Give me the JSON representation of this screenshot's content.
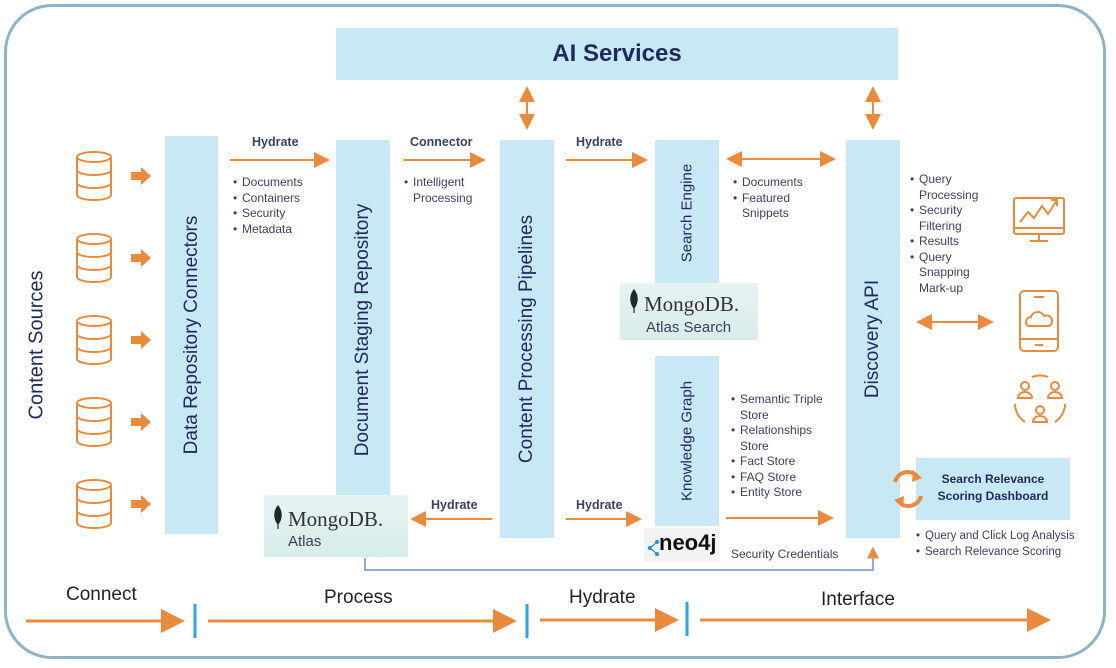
{
  "ai_services": {
    "title": "AI Services"
  },
  "content_sources": {
    "label": "Content Sources",
    "count": 5,
    "icon": "database-icon"
  },
  "columns": {
    "data_repository_connectors": "Data Repository Connectors",
    "document_staging_repository": "Document Staging Repository",
    "content_processing_pipelines": "Content Processing Pipelines",
    "search_engine": "Search Engine",
    "knowledge_graph": "Knowledge Graph",
    "discovery_api": "Discovery API"
  },
  "flows": {
    "hydrate_1": {
      "label": "Hydrate",
      "bullets": [
        "Documents",
        "Containers",
        "Security",
        "Metadata"
      ]
    },
    "connector": {
      "label": "Connector",
      "bullets": [
        "Intelligent Processing"
      ]
    },
    "hydrate_2": {
      "label": "Hydrate"
    },
    "search_to_api": {
      "bullets": [
        "Documents",
        "Featured Snippets"
      ]
    },
    "kg_to_api": {
      "bullets": [
        "Semantic Triple Store",
        "Relationships Store",
        "Fact Store",
        "FAQ Store",
        "Entity Store"
      ]
    },
    "hydrate_back": {
      "label": "Hydrate"
    },
    "hydrate_kg": {
      "label": "Hydrate"
    },
    "api_out": {
      "bullets": [
        "Query Processing",
        "Security Filtering",
        "Results",
        "Query Snapping Mark-up"
      ]
    },
    "security_credentials": "Security Credentials"
  },
  "logos": {
    "mongodb_atlas": {
      "brand": "MongoDB.",
      "product": "Atlas"
    },
    "mongodb_atlas_search": {
      "brand": "MongoDB.",
      "product": "Atlas Search"
    },
    "neo4j": {
      "brand": "neo4j"
    }
  },
  "dashboard": {
    "title_line1": "Search Relevance",
    "title_line2": "Scoring Dashboard",
    "bullets": [
      "Query and Click Log Analysis",
      "Search Relevance Scoring"
    ]
  },
  "interfaces": [
    "monitor-chart-icon",
    "mobile-cloud-icon",
    "users-network-icon"
  ],
  "phases": [
    "Connect",
    "Process",
    "Hydrate",
    "Interface"
  ],
  "colors": {
    "accent_orange": "#e98a3c",
    "box_blue": "#c9e8f5",
    "text_navy": "#1f2a5c",
    "divider_blue": "#2aa6e0"
  }
}
